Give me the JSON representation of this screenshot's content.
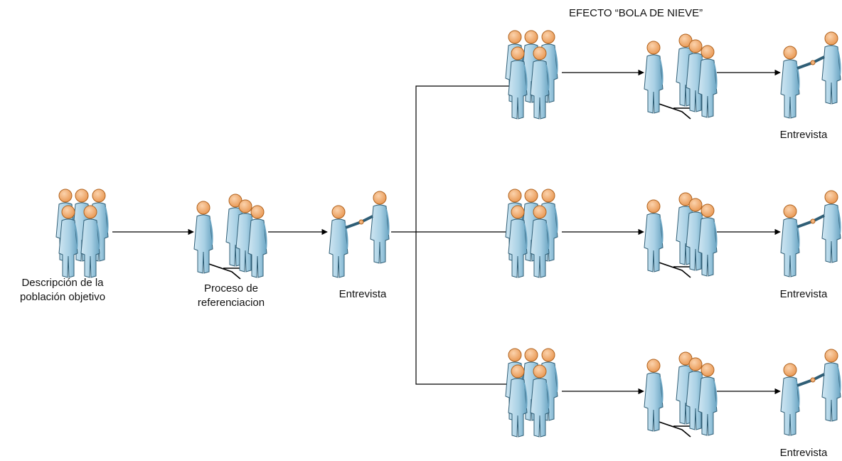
{
  "title": "EFECTO “BOLA DE NIEVE”",
  "labels": {
    "population_line1": "Descripción de la",
    "population_line2": "población objetivo",
    "referral_line1": "Proceso de",
    "referral_line2": "referenciacion",
    "interview": "Entrevista",
    "branch_interview": "Entrevista"
  },
  "icons": {
    "crowd": "people-group-icon",
    "referral": "referral-network-icon",
    "interview": "handshake-icon"
  },
  "colors": {
    "figure_body": "#a8d0e4",
    "figure_shade": "#6aa4c2",
    "figure_outline": "#2f5e76",
    "head_fill": "#f3b27a",
    "head_outline": "#b0631f",
    "connector": "#000000",
    "text": "#111111"
  },
  "branches": [
    {
      "name": "top"
    },
    {
      "name": "middle"
    },
    {
      "name": "bottom"
    }
  ]
}
